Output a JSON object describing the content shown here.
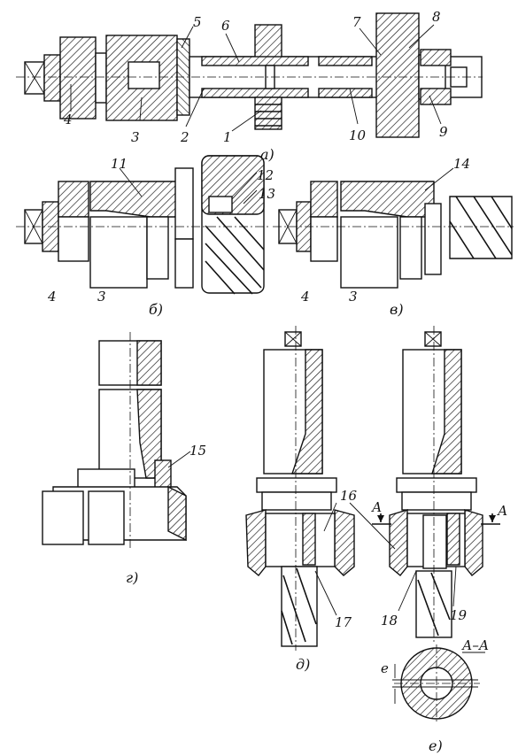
{
  "figures": [
    {
      "key": "a",
      "caption": "а)"
    },
    {
      "key": "b",
      "caption": "б)"
    },
    {
      "key": "v",
      "caption": "в)"
    },
    {
      "key": "g",
      "caption": "г)"
    },
    {
      "key": "d",
      "caption": "д)"
    },
    {
      "key": "e",
      "caption": "е)"
    }
  ],
  "labels": {
    "n1": "1",
    "n2": "2",
    "n3": "3",
    "n4": "4",
    "n5": "5",
    "n6": "6",
    "n7": "7",
    "n8": "8",
    "n9": "9",
    "n10": "10",
    "n11": "11",
    "n12": "12",
    "n13": "13",
    "n14": "14",
    "n15": "15",
    "n16": "16",
    "n17": "17",
    "n18": "18",
    "n19": "19",
    "b3": "3",
    "b4": "4",
    "v3": "3",
    "v4": "4"
  },
  "section": {
    "mark": "А",
    "title": "А–А",
    "dim": "е"
  }
}
